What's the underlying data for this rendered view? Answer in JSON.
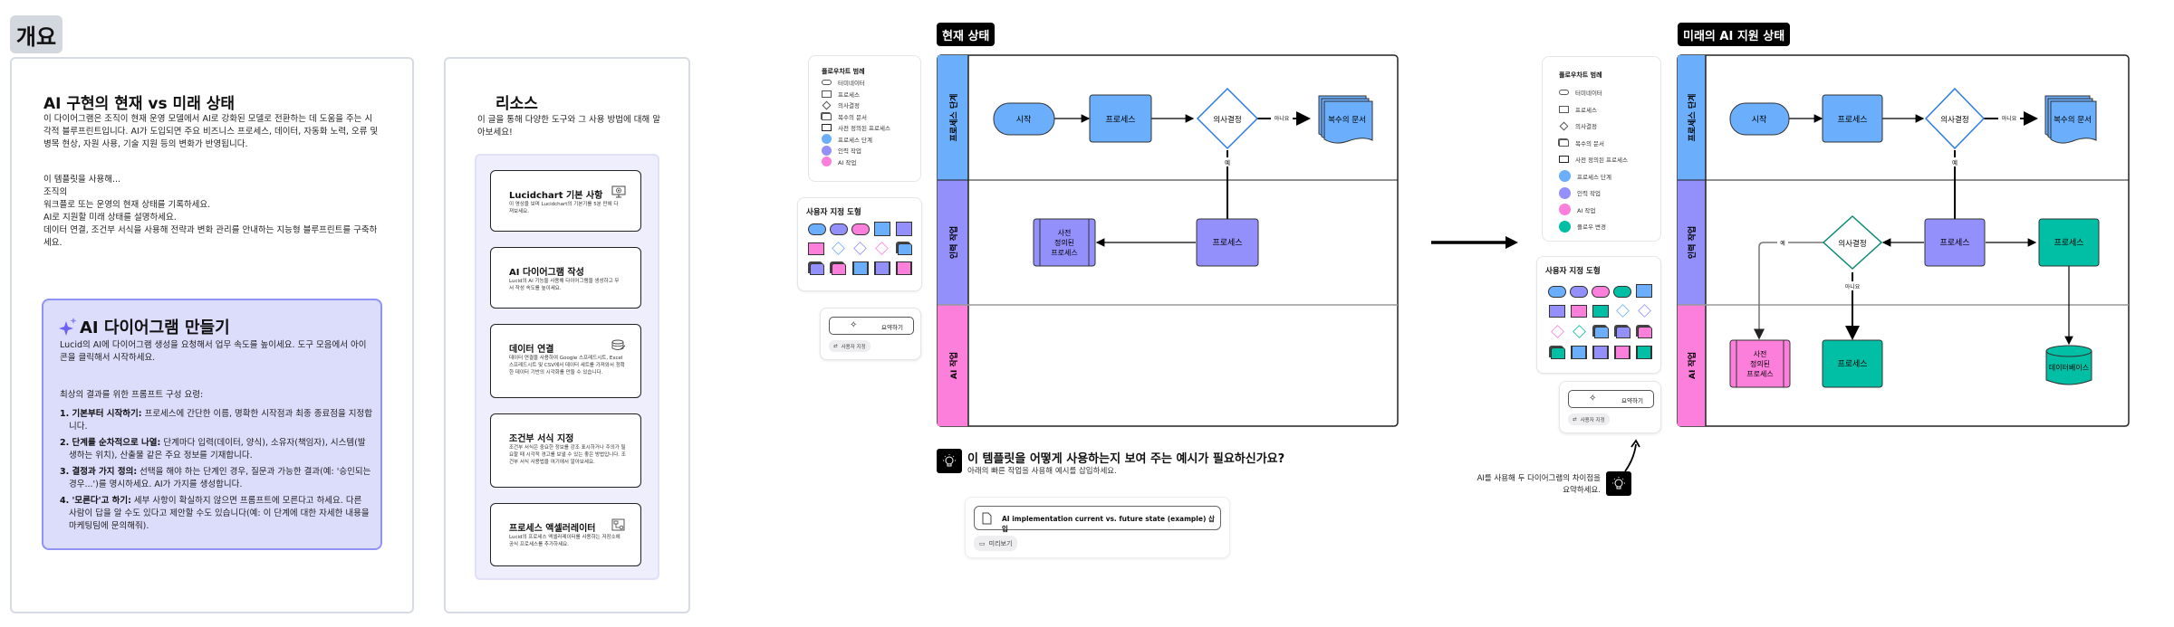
{
  "overview": {
    "tag": "개요",
    "title": "AI 구현의 현재 vs 미래 상태",
    "description": "이 다이어그램은 조직이 현재 운영 모델에서 AI로 강화된 모델로 전환하는 데 도움을 주는 시각적 블루프린트입니다. AI가 도입되면 주요 비즈니스 프로세스, 데이터, 자동화 노력, 오류 및 병목 현상, 자원 사용, 기술 지원 등의 변화가 반영됩니다.",
    "usage_lines": [
      "이 템플릿을 사용해...",
      "조직의",
      "워크플로 또는 운영의 현재 상태를 기록하세요.",
      "AI로 지원할 미래 상태를 설명하세요.",
      "데이터 연결, 조건부 서식을 사용해 전략과 변화 관리를 안내하는 지능형 블루프린트를 구축하세요."
    ],
    "ai_box": {
      "title": "AI 다이어그램 만들기",
      "description": "Lucid의 AI에 다이어그램 생성을 요청해서 업무 속도를 높이세요. 도구 모음에서 아이콘을 클릭해서 시작하세요.",
      "subtitle": "최상의 결과를 위한 프롬프트 구성 요령:",
      "steps": [
        {
          "label": "1. 기본부터 시작하기:",
          "text": " 프로세스에 간단한 이름, 명확한 시작점과 최종 종료점을 지정합니다."
        },
        {
          "label": "2. 단계를 순차적으로 나열:",
          "text": " 단계마다 입력(데이터, 양식), 소유자(책임자), 시스템(발생하는 위치), 산출물 같은 주요 정보를 기재합니다."
        },
        {
          "label": "3. 결정과 가지 정의:",
          "text": " 선택을 해야 하는 단계인 경우, 질문과 가능한 결과(예: '승인되는 경우...')를 명시하세요. AI가 가지를 생성합니다."
        },
        {
          "label": "4. '모른다'고 하기:",
          "text": " 세부 사항이 확실하지 않으면 프롬프트에 모른다고 하세요. 다른 사람이 답을 알 수도 있다고 제안할 수도 있습니다(예: 이 단계에 대한 자세한 내용을 마케팅팀에 문의해줘)."
        }
      ]
    }
  },
  "resources": {
    "title": "리소스",
    "description": "이 글을 통해 다양한 도구와 그 사용 방법에 대해 알아보세요!",
    "cards": [
      {
        "title": "Lucidchart 기본 사항",
        "desc": "이 영상을 보며 Lucidchart의 기본기를 5분 만에 다져보세요.",
        "icon": "video-screen-icon"
      },
      {
        "title": "AI 다이어그램 작성",
        "desc": "Lucid의 AI 기능을 사용해 다이어그램을 생성하고 무서 작성 속도를 높이세요.",
        "icon": ""
      },
      {
        "title": "데이터 연결",
        "desc": "데이터 연결을 사용하여 Google 스프레드시트, Excel 스프레드시트 및 CSV에서 데이터 세트를 가져와서 정확한 데이터 기반의 시각화를 만들 수 있습니다.",
        "icon": "database-link-icon"
      },
      {
        "title": "조건부 서식 지정",
        "desc": "조건부 서식은 중요한 정보를 강조 표시하거나 주의가 필요할 때 시각적 경고를 보낼 수 있는 좋은 방법입니다. 조건부 서식 사용법을 여기에서 알아보세요.",
        "icon": ""
      },
      {
        "title": "프로세스 액셀러레이터",
        "desc": "Lucid의 프로세스 액셀러레이터를 사용하는 저장소에 공식 프로세스를 추가하세요.",
        "icon": "process-diagram-icon"
      }
    ]
  },
  "legend_current": {
    "title": "플로우차트 범례",
    "items": [
      {
        "label": "터미네이터",
        "shape": "terminator"
      },
      {
        "label": "프로세스",
        "shape": "process"
      },
      {
        "label": "의사결정",
        "shape": "decision"
      },
      {
        "label": "복수의 문서",
        "shape": "documents"
      },
      {
        "label": "사전 정의된 프로세스",
        "shape": "predefined"
      },
      {
        "label": "프로세스 단계",
        "color": "#6aaefc"
      },
      {
        "label": "인력 작업",
        "color": "#9390fc"
      },
      {
        "label": "AI 작업",
        "color": "#fc7fdb"
      }
    ]
  },
  "legend_future": {
    "title": "플로우차트 범례",
    "items": [
      {
        "label": "터미네이터",
        "shape": "terminator"
      },
      {
        "label": "프로세스",
        "shape": "process"
      },
      {
        "label": "의사결정",
        "shape": "decision"
      },
      {
        "label": "복수의 문서",
        "shape": "documents"
      },
      {
        "label": "사전 정의된 프로세스",
        "shape": "predefined"
      },
      {
        "label": "프로세스 단계",
        "color": "#6aaefc"
      },
      {
        "label": "인력 작업",
        "color": "#9390fc"
      },
      {
        "label": "AI 작업",
        "color": "#fc7fdb"
      },
      {
        "label": "플로우 변경",
        "color": "#00bfa5"
      }
    ]
  },
  "custom_shapes": {
    "title": "사용자 지정 도형"
  },
  "summarize": {
    "button": "요약하기",
    "chip": "사용자 지정"
  },
  "colors": {
    "blue": "#6aaefc",
    "purple": "#9390fc",
    "pink": "#fc7fdb",
    "teal": "#00bfa5",
    "blue_dark": "#2d7de0",
    "teal_dark": "#0e8a74"
  },
  "current": {
    "tag": "현재 상태",
    "lanes": [
      "프로세스 단계",
      "인력 작업",
      "AI 작업"
    ],
    "start": "시작",
    "process": "프로세스",
    "decision": "의사결정",
    "no": "아니요",
    "yes": "예",
    "documents": "복수의 문서",
    "predefined": [
      "사전",
      "정의된",
      "프로세스"
    ],
    "process2": "프로세스"
  },
  "future": {
    "tag": "미래의 AI 지원 상태",
    "lanes": [
      "프로세스 단계",
      "인력 작업",
      "AI 작업"
    ],
    "start": "시작",
    "process": "프로세스",
    "decision": "의사결정",
    "no": "아니요",
    "yes": "예",
    "documents": "복수의 문서",
    "process2": "프로세스",
    "decision2": "의사결정",
    "yes2": "예",
    "no2": "아니요",
    "process_teal": "프로세스",
    "predefined": [
      "사전",
      "정의된",
      "프로세스"
    ],
    "process_ai": "프로세스",
    "database": "데이터베이스"
  },
  "hint": {
    "title": "이 템플릿을 어떻게 사용하는지 보여 주는 예시가 필요하신가요?",
    "subtitle": "아래의 빠른 작업을 사용해 예시를 삽입하세요.",
    "insert_button": "AI implementation current vs. future state (example) 삽입",
    "preview": "미리보기"
  },
  "ai_note": [
    "AI를 사용해 두 다이어그램의 차이점을",
    "요약하세요."
  ]
}
